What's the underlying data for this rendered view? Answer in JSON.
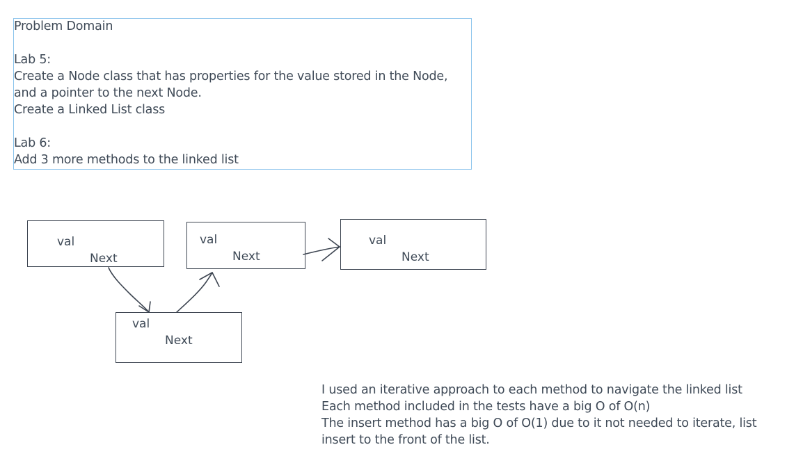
{
  "problem_box": {
    "lines": [
      "Problem Domain",
      "",
      "Lab 5:",
      "Create a Node class that has properties for the value stored in the Node,",
      "and a pointer to the next Node.",
      "Create a Linked List class",
      "",
      "Lab 6:",
      "Add 3 more methods to the linked list"
    ]
  },
  "diagram": {
    "nodes": [
      {
        "val": "val",
        "next": "Next"
      },
      {
        "val": "val",
        "next": "Next"
      },
      {
        "val": "val",
        "next": "Next"
      },
      {
        "val": "val",
        "next": "Next"
      }
    ]
  },
  "notes": {
    "lines": [
      "I used an iterative approach to each method to navigate the linked list",
      "Each method included in the tests have a big O of O(n)",
      "The insert method has a big O of O(1) due to it not needed to iterate, list",
      "insert to the front of the list."
    ]
  }
}
